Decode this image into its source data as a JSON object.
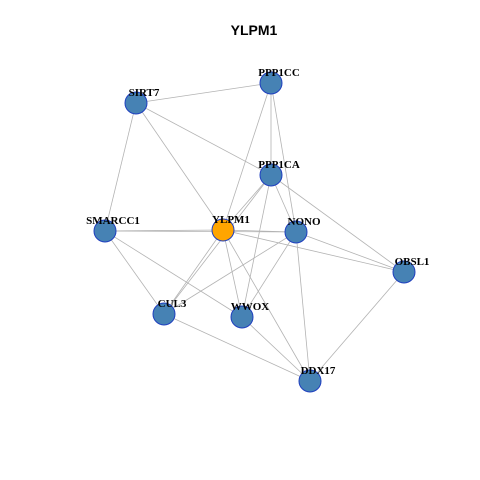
{
  "title": "YLPM1",
  "colors": {
    "node_default": "#4682b4",
    "node_focus": "#ffa500",
    "edge": "#b3b3b3",
    "node_border": "#1f3fbf"
  },
  "nodes": [
    {
      "id": "YLPM1",
      "label": "YLPM1",
      "focus": true
    },
    {
      "id": "PPP1CC",
      "label": "PPP1CC",
      "focus": false
    },
    {
      "id": "SIRT7",
      "label": "SIRT7",
      "focus": false
    },
    {
      "id": "PPP1CA",
      "label": "PPP1CA",
      "focus": false
    },
    {
      "id": "SMARCC1",
      "label": "SMARCC1",
      "focus": false
    },
    {
      "id": "NONO",
      "label": "NONO",
      "focus": false
    },
    {
      "id": "OBSL1",
      "label": "OBSL1",
      "focus": false
    },
    {
      "id": "CUL3",
      "label": "CUL3",
      "focus": false
    },
    {
      "id": "WWOX",
      "label": "WWOX",
      "focus": false
    },
    {
      "id": "DDX17",
      "label": "DDX17",
      "focus": false
    }
  ],
  "edges": [
    [
      "SIRT7",
      "PPP1CC"
    ],
    [
      "SIRT7",
      "PPP1CA"
    ],
    [
      "SIRT7",
      "YLPM1"
    ],
    [
      "SIRT7",
      "SMARCC1"
    ],
    [
      "PPP1CC",
      "PPP1CA"
    ],
    [
      "PPP1CC",
      "YLPM1"
    ],
    [
      "PPP1CC",
      "NONO"
    ],
    [
      "PPP1CA",
      "YLPM1"
    ],
    [
      "PPP1CA",
      "NONO"
    ],
    [
      "PPP1CA",
      "OBSL1"
    ],
    [
      "PPP1CA",
      "CUL3"
    ],
    [
      "PPP1CA",
      "WWOX"
    ],
    [
      "SMARCC1",
      "YLPM1"
    ],
    [
      "SMARCC1",
      "NONO"
    ],
    [
      "SMARCC1",
      "CUL3"
    ],
    [
      "SMARCC1",
      "WWOX"
    ],
    [
      "YLPM1",
      "NONO"
    ],
    [
      "YLPM1",
      "OBSL1"
    ],
    [
      "YLPM1",
      "CUL3"
    ],
    [
      "YLPM1",
      "WWOX"
    ],
    [
      "YLPM1",
      "DDX17"
    ],
    [
      "NONO",
      "OBSL1"
    ],
    [
      "NONO",
      "CUL3"
    ],
    [
      "NONO",
      "WWOX"
    ],
    [
      "NONO",
      "DDX17"
    ],
    [
      "OBSL1",
      "DDX17"
    ],
    [
      "CUL3",
      "DDX17"
    ],
    [
      "WWOX",
      "DDX17"
    ]
  ]
}
